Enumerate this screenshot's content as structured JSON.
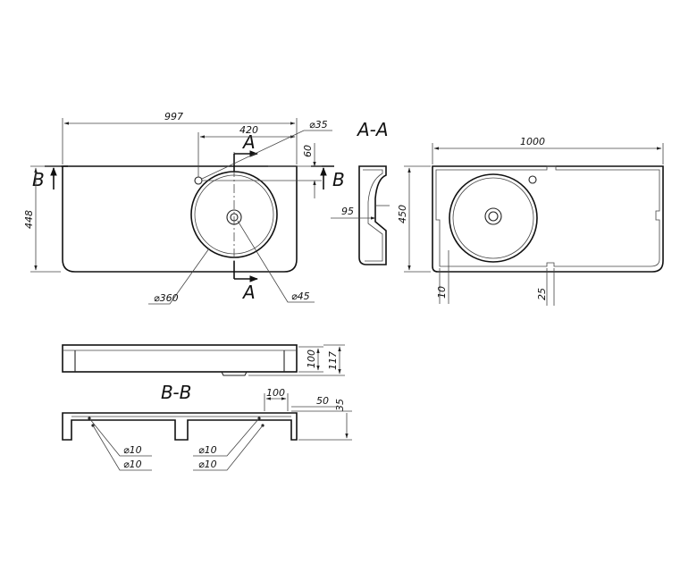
{
  "drawing": {
    "top_view": {
      "width": "997",
      "depth": "448",
      "bowl_offset": "420",
      "tap_hole": "⌀35",
      "edge_offset": "60",
      "bowl_diameter": "⌀360",
      "drain_diameter": "⌀45"
    },
    "section_aa": {
      "title": "A-A",
      "drain_depth": "95"
    },
    "bottom_view": {
      "width": "1000",
      "depth": "450",
      "offset_left": "10",
      "offset_right": "25"
    },
    "front_view": {
      "height_inner": "100",
      "height_total": "117"
    },
    "section_bb": {
      "title": "B-B",
      "offset_100": "100",
      "offset_50": "50",
      "height_35": "35",
      "holes": [
        "⌀10",
        "⌀10",
        "⌀10",
        "⌀10"
      ]
    },
    "markers": {
      "a": "A",
      "b": "B"
    }
  }
}
